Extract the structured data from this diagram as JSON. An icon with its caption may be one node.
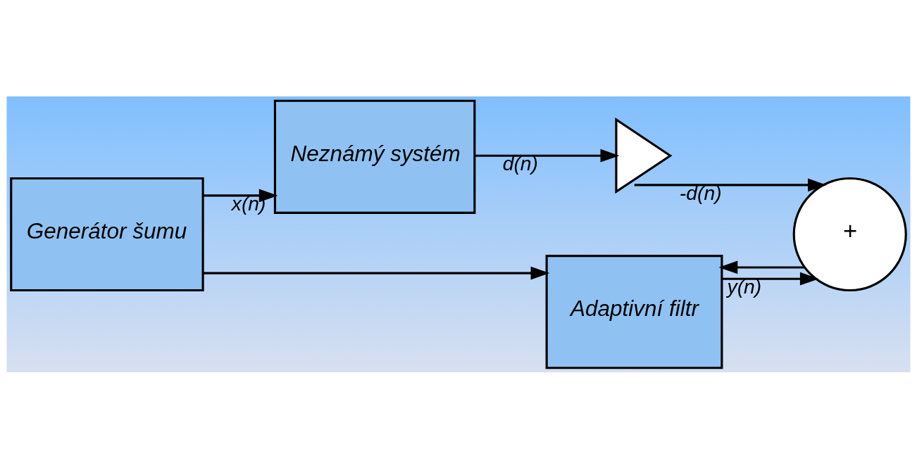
{
  "diagram": {
    "nodes": [
      {
        "text": [
          "Generátor šumu"
        ]
      },
      {
        "text": [
          "Neznámý systém"
        ]
      },
      {
        "text": [
          "Adaptivní filtr"
        ]
      },
      {
        "text": [],
        "shape": "triangle"
      },
      {
        "text": [
          "+"
        ]
      }
    ],
    "edges": [
      {
        "from": 0,
        "to": 1,
        "arrow": "to",
        "label": "x(n)"
      },
      {
        "from": 0,
        "to": 2,
        "arrow": "to"
      },
      {
        "from": 1,
        "to": 3,
        "arrow": "to",
        "label": "d(n)"
      },
      {
        "from": 3,
        "to": 4,
        "arrow": "to",
        "label": "-d(n)"
      },
      {
        "from": 2,
        "to": 4,
        "arrow": "to",
        "label": "y(n)"
      },
      {
        "from": 4,
        "to": 2,
        "arrow": "to"
      }
    ]
  }
}
